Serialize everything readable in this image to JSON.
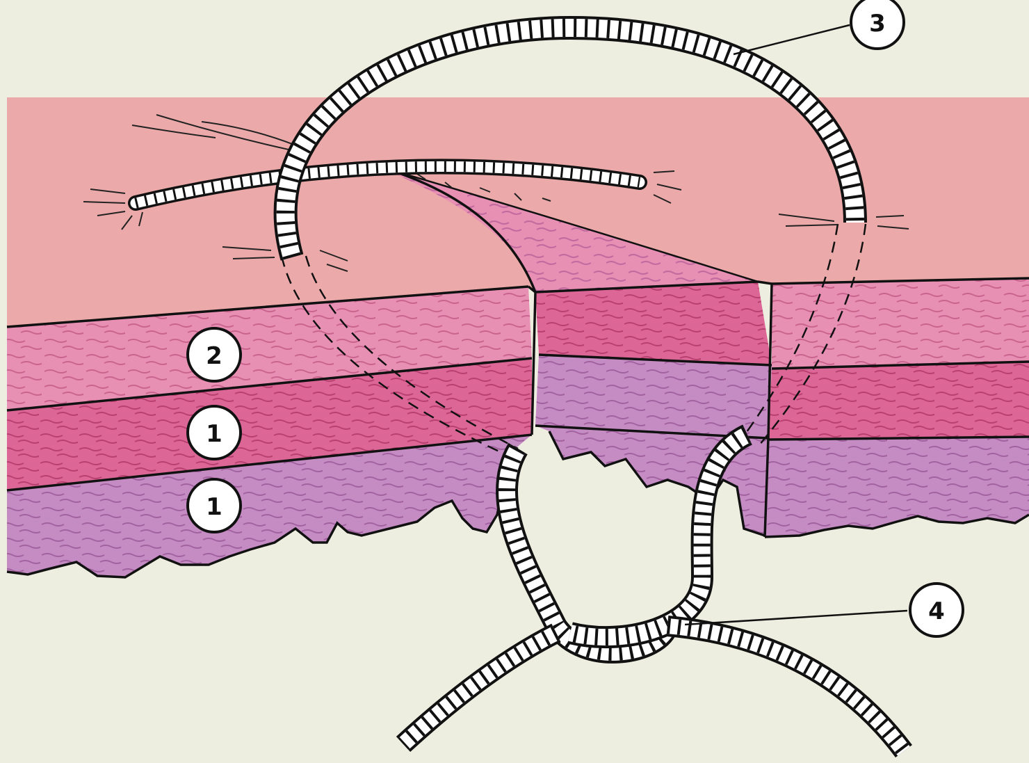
{
  "colors": {
    "background": "#eeeee0",
    "epidermis_surface": "#eba9a9",
    "layer_2": "#e88fb4",
    "layer_1_upper": "#dc6797",
    "layer_1_lower": "#c58cc4",
    "outline": "#111111",
    "suture": "#ffffff"
  },
  "labels": {
    "layer_2": "2",
    "layer_1_upper": "1",
    "layer_1_lower": "1",
    "suture_loop": "3",
    "knot": "4"
  }
}
